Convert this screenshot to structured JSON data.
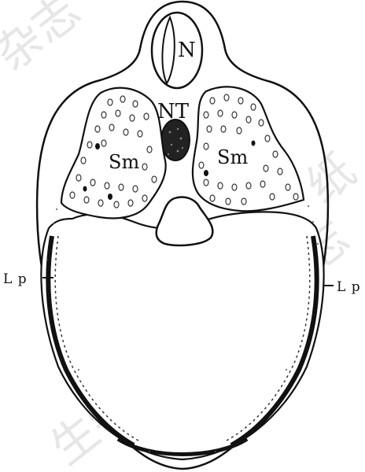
{
  "figure": {
    "labels": {
      "notochord": "N",
      "neural_tube": "NT",
      "somite_left": "Sm",
      "somite_right": "Sm",
      "lateral_plate_left": "L p",
      "lateral_plate_right": "L p"
    },
    "watermark": {
      "text_1": "杂志",
      "text_2": "物学杂志",
      "text_3": "生物学",
      "text_4": "纸"
    },
    "colors": {
      "ink": "#111111",
      "paper": "#ffffff",
      "watermark": "#e6e6e6",
      "stipple": "#555555"
    }
  }
}
